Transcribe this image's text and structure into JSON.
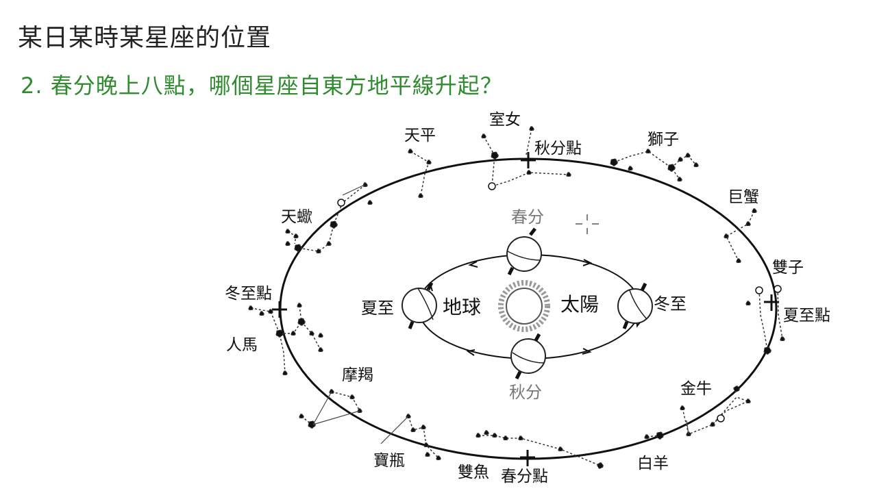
{
  "title": "某日某時某星座的位置",
  "subtitle": "2. 春分晚上八點，哪個星座自東方地平線升起？",
  "colors": {
    "subtitle": "#2e8b2e",
    "ink": "#111111",
    "gray_label": "#777777"
  },
  "center": {
    "sun_label": "太陽",
    "earth_label": "地球"
  },
  "seasons": {
    "spring": "春分",
    "summer": "夏至",
    "autumn": "秋分",
    "winter": "冬至"
  },
  "ecliptic_points": {
    "autumn_equinox": "秋分點",
    "summer_solstice": "夏至點",
    "spring_equinox": "春分點",
    "winter_solstice": "冬至點"
  },
  "constellations": {
    "virgo": "室女",
    "libra": "天平",
    "leo": "獅子",
    "cancer": "巨蟹",
    "scorpio": "天蠍",
    "gemini": "雙子",
    "sagittarius": "人馬",
    "capricorn": "摩羯",
    "taurus": "金牛",
    "aquarius": "寶瓶",
    "pisces": "雙魚",
    "aries": "白羊"
  }
}
